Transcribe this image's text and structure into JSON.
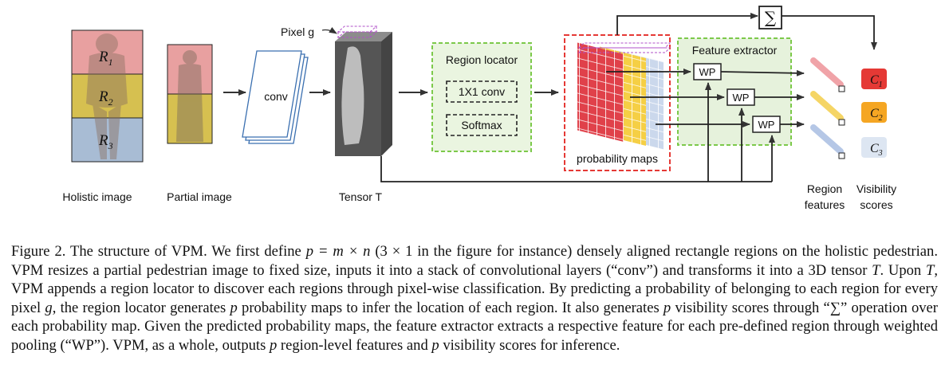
{
  "figure": {
    "pixel_label": "Pixel g",
    "conv_label": "conv",
    "region_locator_title": "Region locator",
    "conv1x1_label": "1X1 conv",
    "softmax_label": "Softmax",
    "probability_maps_label": "probability maps",
    "feature_extractor_title": "Feature extractor",
    "wp_label": "WP",
    "sum_symbol": "∑",
    "region_labels": [
      "R",
      "R",
      "R"
    ],
    "region_subscripts": [
      "1",
      "2",
      "3"
    ],
    "score_labels": [
      "C",
      "C",
      "C"
    ],
    "score_subscripts": [
      "1",
      "2",
      "3"
    ],
    "holistic_label": "Holistic image",
    "partial_label": "Partial image",
    "tensor_label": "Tensor T",
    "region_features_label": [
      "Region",
      "features"
    ],
    "visibility_scores_label": [
      "Visibility",
      "scores"
    ],
    "colors": {
      "region1": "#e8a0a0",
      "region2": "#d6c050",
      "region3": "#a8bcd4",
      "dashed_green": "#7cc94a",
      "dashed_red": "#e53935",
      "extractor_fill": "#e6f2dc",
      "locator_fill": "#eaf5e0",
      "score1": "#e53935",
      "score2": "#f5a623",
      "score3": "#dde6f2",
      "feature1": "#f0a3a8",
      "feature2": "#f5d565",
      "feature3": "#b5c7e6"
    }
  },
  "caption": {
    "p1": "Figure 2. The structure of VPM. We first define ",
    "m1": "p = m × n",
    "p2": " (3 × 1 in the figure for instance) densely aligned rectangle regions on the holistic pedestrian. VPM resizes a partial pedestrian image to fixed size, inputs it into a stack of convolutional layers (“conv”) and transforms it into a 3D tensor ",
    "m2": "T",
    "p3": ". Upon ",
    "m3": "T",
    "p4": ", VPM appends a region locator to discover each regions through pixel-wise classification. By predicting a probability of belonging to each region for every pixel ",
    "m4": "g",
    "p5": ", the region locator generates ",
    "m5": "p",
    "p6": " probability maps to infer the location of each region. It also generates ",
    "m6": "p",
    "p7": " visibility scores through “∑” operation over each probability map. Given the predicted probability maps, the feature extractor extracts a respective feature for each pre-defined region through weighted pooling (“WP”). VPM, as a whole, outputs ",
    "m7": "p",
    "p8": " region-level features and ",
    "m8": "p",
    "p9": " visibility scores for inference."
  }
}
